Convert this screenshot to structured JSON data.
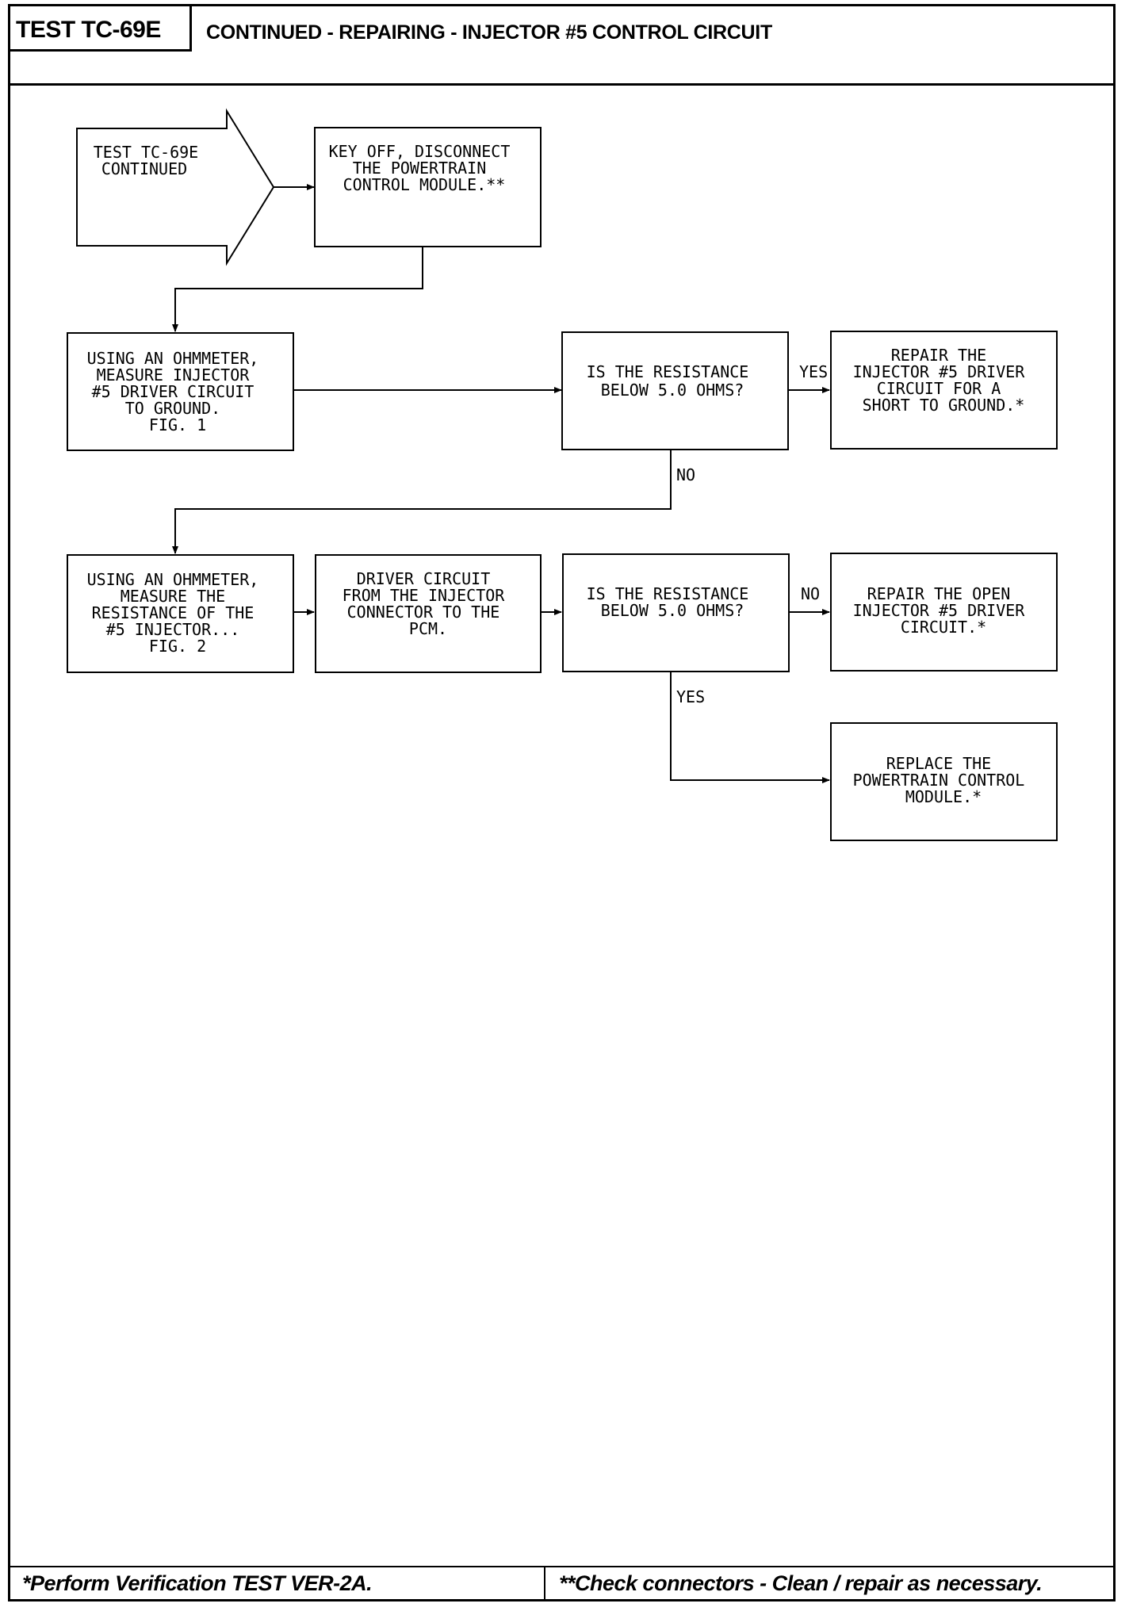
{
  "header": {
    "test_id": "TEST TC-69E",
    "title": "CONTINUED - REPAIRING - INJECTOR #5 CONTROL CIRCUIT"
  },
  "footer": {
    "left_note": "*Perform Verification TEST VER-2A.",
    "right_note": "**Check connectors - Clean / repair as necessary."
  },
  "flowchart": {
    "start": [
      "TEST TC-69E",
      "CONTINUED"
    ],
    "step_disconnect": [
      "KEY OFF, DISCONNECT",
      "THE POWERTRAIN",
      "CONTROL MODULE.**"
    ],
    "step_measure_ground": [
      "USING AN OHMMETER,",
      "MEASURE INJECTOR",
      "#5 DRIVER CIRCUIT",
      "TO GROUND.",
      "FIG. 1"
    ],
    "decision_1": [
      "IS THE RESISTANCE",
      "BELOW 5.0 OHMS?"
    ],
    "result_short": [
      "REPAIR THE",
      "INJECTOR #5 DRIVER",
      "CIRCUIT FOR A",
      "SHORT TO GROUND.*"
    ],
    "step_measure_resistance": [
      "USING AN OHMMETER,",
      "MEASURE THE",
      "RESISTANCE OF THE",
      "#5 INJECTOR...",
      "FIG. 2"
    ],
    "step_driver_circuit": [
      "DRIVER CIRCUIT",
      "FROM THE INJECTOR",
      "CONNECTOR TO THE",
      "PCM."
    ],
    "decision_2": [
      "IS THE RESISTANCE",
      "BELOW 5.0 OHMS?"
    ],
    "result_open": [
      "REPAIR THE OPEN",
      "INJECTOR #5 DRIVER",
      "CIRCUIT.*"
    ],
    "result_replace": [
      "REPLACE THE",
      "POWERTRAIN CONTROL",
      "MODULE.*"
    ],
    "labels": {
      "d1_yes": "YES",
      "d1_no": "NO",
      "d2_no": "NO",
      "d2_yes": "YES"
    }
  }
}
